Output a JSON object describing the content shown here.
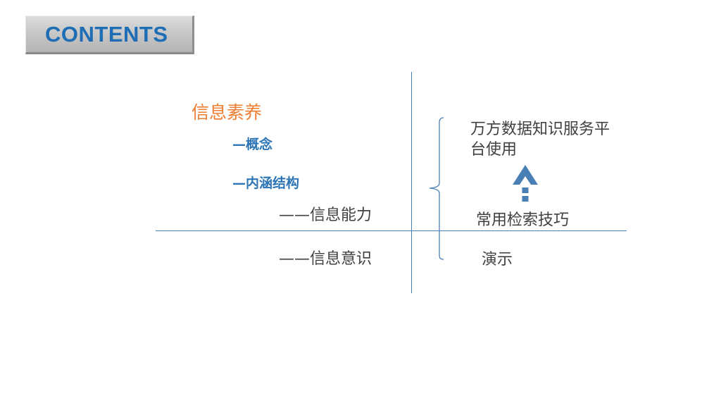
{
  "header": {
    "contents_label": "CONTENTS"
  },
  "left": {
    "title": "信息素养",
    "sub_items": [
      "—概念",
      "—内涵结构"
    ],
    "items": [
      "——信息能力",
      "——信息意识"
    ]
  },
  "right": {
    "platform": "万方数据知识服务平台使用",
    "techniques": "常用检索技巧",
    "demo": "演示"
  },
  "colors": {
    "accent_blue": "#2e75b6",
    "title_orange": "#ed7d31",
    "divider": "#4a7fb5"
  }
}
